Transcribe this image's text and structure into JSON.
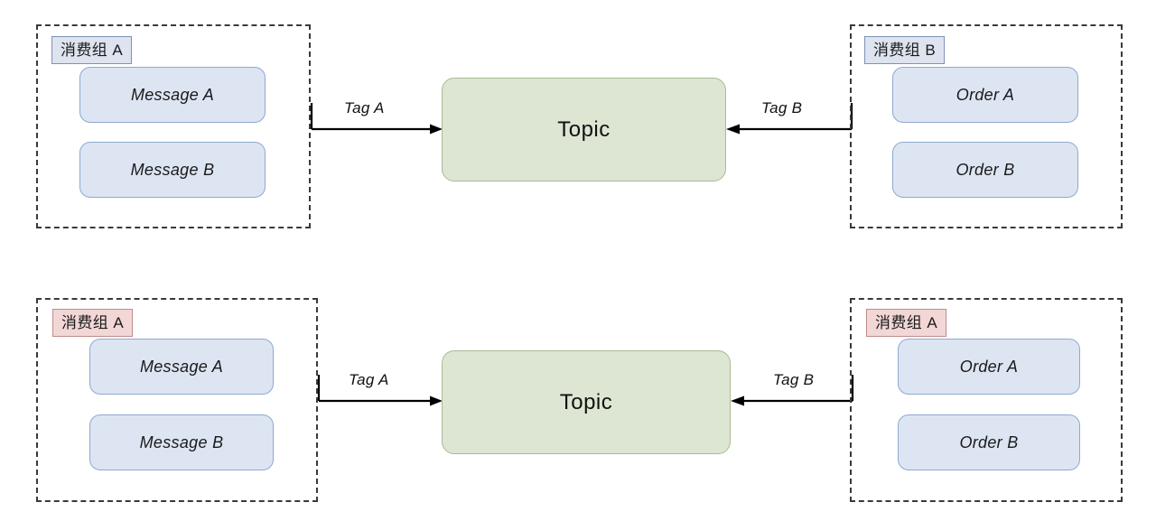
{
  "diagram": {
    "title": "Consumer groups publishing tagged messages to a Topic",
    "colors": {
      "group_border": "#3a3a3a",
      "badge_blue_bg": "#dde3ef",
      "badge_blue_border": "#7f93b5",
      "badge_pink_bg": "#f2d7d6",
      "badge_pink_border": "#c08b8a",
      "card_bg": "#dde5f3",
      "card_border": "#8ea9d0",
      "topic_bg": "#dde6d2",
      "topic_border": "#a8bb92",
      "arrow": "#000000"
    },
    "rows": [
      {
        "id": "row-top",
        "left_group": {
          "badge": {
            "text": "消费组 A",
            "style": "blue"
          },
          "cards": [
            {
              "text": "Message A"
            },
            {
              "text": "Message B"
            }
          ]
        },
        "right_group": {
          "badge": {
            "text": "消费组 B",
            "style": "blue"
          },
          "cards": [
            {
              "text": "Order A"
            },
            {
              "text": "Order B"
            }
          ]
        },
        "topic": {
          "text": "Topic"
        },
        "left_edge": {
          "label": "Tag A",
          "direction": "right"
        },
        "right_edge": {
          "label": "Tag B",
          "direction": "left"
        }
      },
      {
        "id": "row-bottom",
        "left_group": {
          "badge": {
            "text": "消费组 A",
            "style": "pink"
          },
          "cards": [
            {
              "text": "Message A"
            },
            {
              "text": "Message B"
            }
          ]
        },
        "right_group": {
          "badge": {
            "text": "消费组 A",
            "style": "pink"
          },
          "cards": [
            {
              "text": "Order A"
            },
            {
              "text": "Order B"
            }
          ]
        },
        "topic": {
          "text": "Topic"
        },
        "left_edge": {
          "label": "Tag A",
          "direction": "right"
        },
        "right_edge": {
          "label": "Tag B",
          "direction": "left"
        }
      }
    ]
  }
}
